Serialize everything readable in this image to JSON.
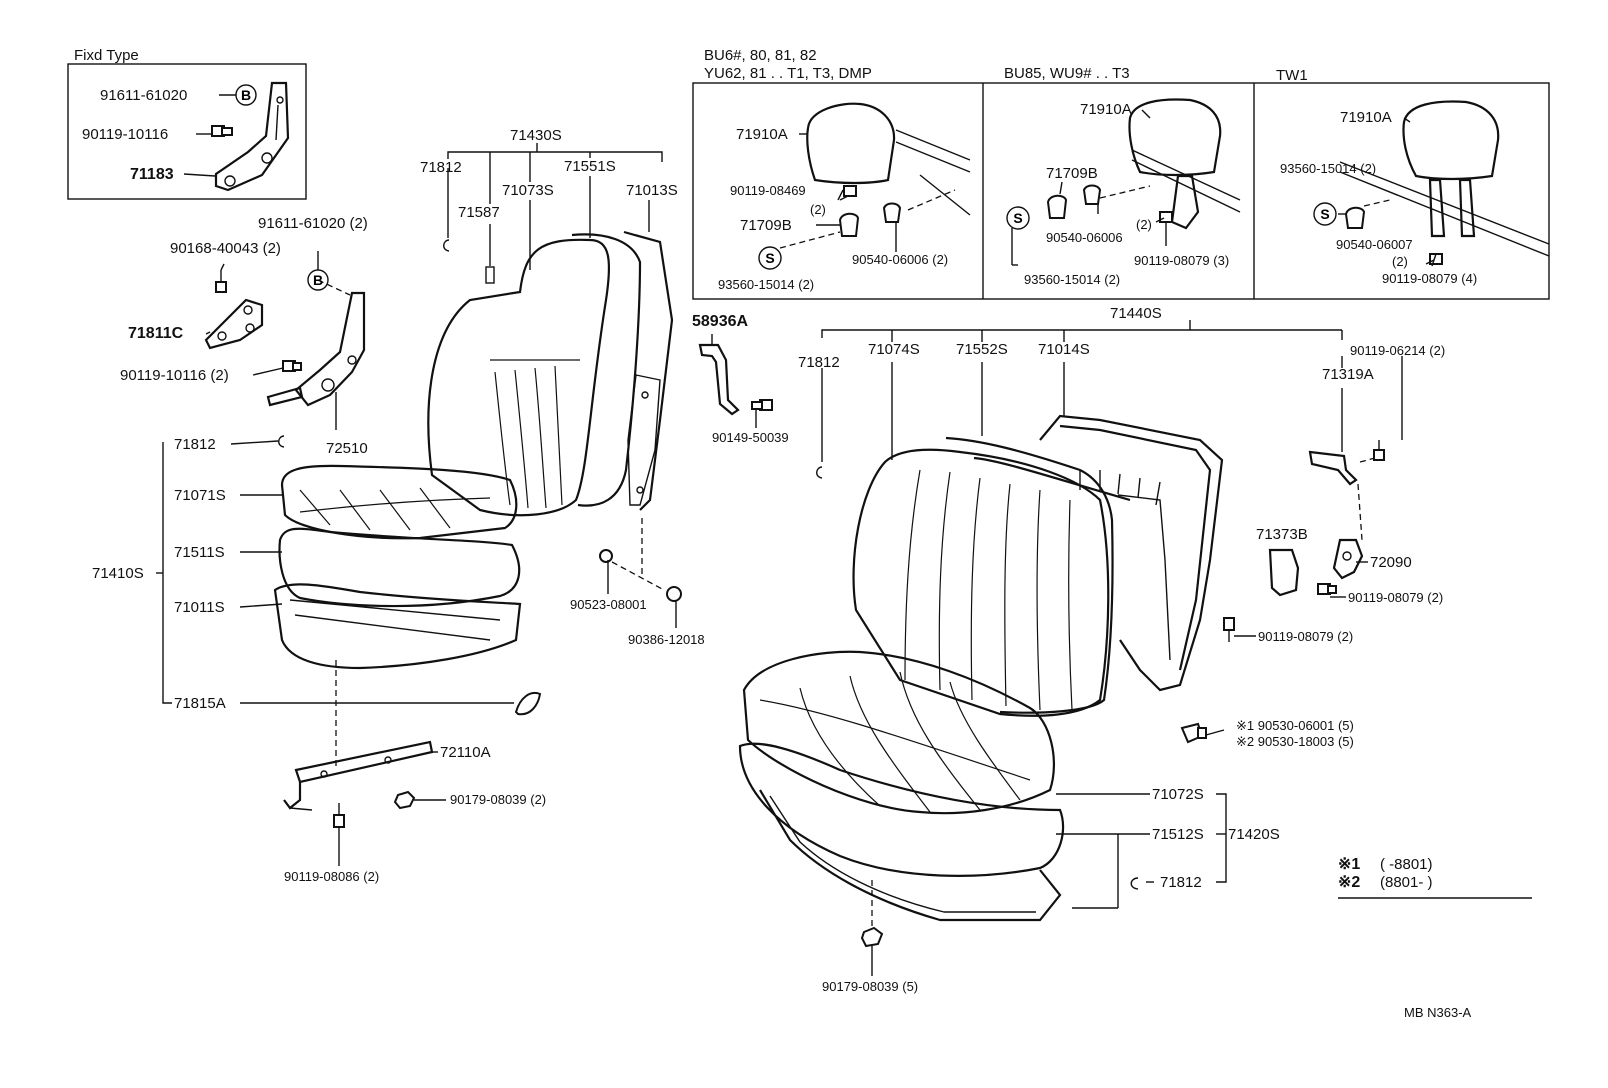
{
  "variants": {
    "fixed_type": "Fixd Type",
    "v1_line1": "BU6#, 80, 81, 82",
    "v1_line2": "YU62, 81 . . T1, T3, DMP",
    "v2": "BU85, WU9# . . T3",
    "v3": "TW1"
  },
  "symbols": {
    "b": "B",
    "s": "S"
  },
  "parts": {
    "p91611_61020": "91611-61020",
    "p90119_10116": "90119-10116",
    "p71183": "71183",
    "p91611_61020_2": "91611-61020 (2)",
    "p90168_40043_2": "90168-40043 (2)",
    "p71811C": "71811C",
    "p90119_10116_2": "90119-10116 (2)",
    "p72510": "72510",
    "p71812_a": "71812",
    "p71071S": "71071S",
    "p71511S": "71511S",
    "p71410S": "71410S",
    "p71011S": "71011S",
    "p71815A": "71815A",
    "p72110A": "72110A",
    "p90179_08039_2": "90179-08039 (2)",
    "p90119_08086_2": "90119-08086 (2)",
    "p71430S": "71430S",
    "p71812_b": "71812",
    "p71587": "71587",
    "p71073S": "71073S",
    "p71551S": "71551S",
    "p71013S": "71013S",
    "p90523_08001": "90523-08001",
    "p90386_12018": "90386-12018",
    "p58936A": "58936A",
    "p90149_50039": "90149-50039",
    "v1_71910A": "71910A",
    "v1_90119_08469": "90119-08469",
    "v1_qty2": "(2)",
    "v1_71709B": "71709B",
    "v1_90540_06006_2": "90540-06006 (2)",
    "v1_93560_15014_2": "93560-15014 (2)",
    "v2_71910A": "71910A",
    "v2_71709B": "71709B",
    "v2_90540_06006": "90540-06006",
    "v2_qty2": "(2)",
    "v2_90119_08079_3": "90119-08079 (3)",
    "v2_93560_15014_2": "93560-15014 (2)",
    "v3_71910A": "71910A",
    "v3_93560_15014_2": "93560-15014 (2)",
    "v3_90540_06007": "90540-06007",
    "v3_qty2": "(2)",
    "v3_90119_08079_4": "90119-08079 (4)",
    "p71440S": "71440S",
    "p71812_c": "71812",
    "p71074S": "71074S",
    "p71552S": "71552S",
    "p71014S": "71014S",
    "p90119_06214_2": "90119-06214 (2)",
    "p71319A": "71319A",
    "p71373B": "71373B",
    "p72090": "72090",
    "p90119_08079_2a": "90119-08079 (2)",
    "p90119_08079_2b": "90119-08079 (2)",
    "p90530_06001_5": "※1 90530-06001 (5)",
    "p90530_18003_5": "※2 90530-18003 (5)",
    "p71072S": "71072S",
    "p71512S": "71512S",
    "p71420S": "71420S",
    "p71812_d": "71812",
    "p90179_08039_5": "90179-08039 (5)"
  },
  "legend": {
    "row1_mark": "※1",
    "row1_range": "(      -8801)",
    "row2_mark": "※2",
    "row2_range": "(8801-        )"
  },
  "drawing_code": "MB N363-A"
}
